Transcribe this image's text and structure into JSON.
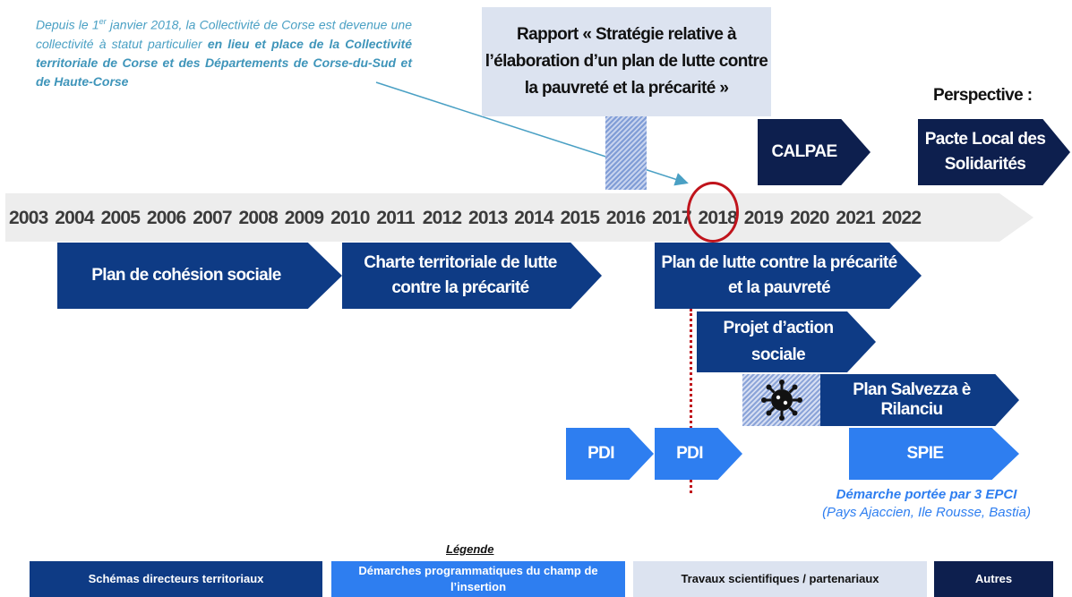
{
  "intro": {
    "part1": "Depuis le 1",
    "sup": "er",
    "part2": " janvier 2018, la Collectivité de Corse est devenue une collectivité à statut particulier ",
    "bold1": "en lieu et place de la Collectivité territoriale de Corse et des Départements de Corse-du-Sud et de Haute-Corse"
  },
  "rapport": {
    "line1": "Rapport « Stratégie relative à",
    "line2": "l’élaboration d’un plan de lutte contre",
    "line3": "la pauvreté et la précarité »"
  },
  "perspective": "Perspective :",
  "years": [
    "2003",
    "2004",
    "2005",
    "2006",
    "2007",
    "2008",
    "2009",
    "2010",
    "2011",
    "2012",
    "2013",
    "2014",
    "2015",
    "2016",
    "2017",
    "2018",
    "2019",
    "2020",
    "2021",
    "2022"
  ],
  "arrows": {
    "plan_cohesion": "Plan de cohésion sociale",
    "charte_line1": "Charte territoriale de lutte",
    "charte_line2": "contre la précarité",
    "plan_lutte_line1": "Plan de lutte contre la précarité",
    "plan_lutte_line2": "et la pauvreté",
    "projet_line1": "Projet d’action",
    "projet_line2": "sociale",
    "calpae": "CALPAE",
    "pacte_line1": "Pacte Local des",
    "pacte_line2": "Solidarités",
    "salvezza": "Plan Salvezza è Rilanciu",
    "pdi1": "PDI",
    "pdi2": "PDI",
    "spie": "SPIE"
  },
  "demarche": {
    "line1": "Démarche portée par 3 EPCI",
    "line2": "(Pays Ajaccien, Ile Rousse, Bastia)"
  },
  "legend": {
    "title": "Légende",
    "item1": "Schémas directeurs  territoriaux",
    "item2": "Démarches programmatiques  du champ de l’insertion",
    "item3": "Travaux scientifiques  / partenariaux",
    "item4": "Autres"
  },
  "colors": {
    "dark_blue": "#0e3b85",
    "navy": "#0d1f4e",
    "bright_blue": "#2e7ef0",
    "light_blue": "#dce3f0",
    "highlight_red": "#c0141c",
    "intro_teal": "#4aa0c4"
  }
}
